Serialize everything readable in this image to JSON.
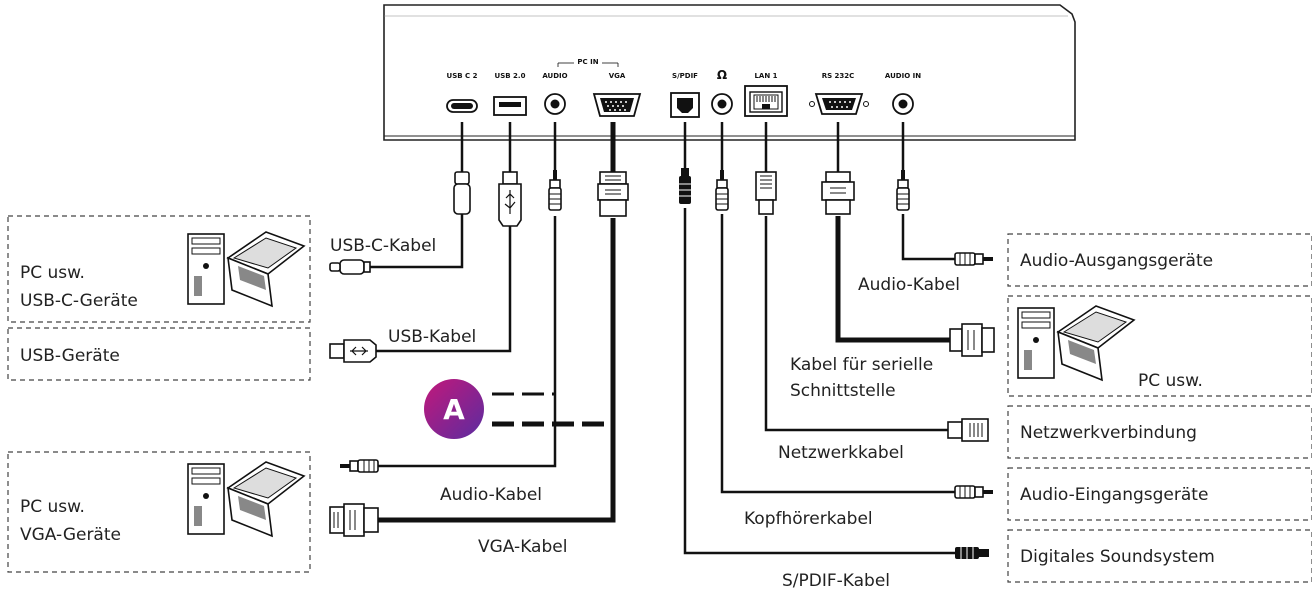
{
  "ports": {
    "pc_in": "PC IN",
    "usbc2": "USB C 2",
    "usb20": "USB 2.0",
    "audio": "AUDIO",
    "vga": "VGA",
    "spdif": "S/PDIF",
    "headphone": "Ω",
    "lan1": "LAN 1",
    "rs232c": "RS 232C",
    "audio_in": "AUDIO IN"
  },
  "cables": {
    "usbc": "USB-C-Kabel",
    "usb": "USB-Kabel",
    "audio_left": "Audio-Kabel",
    "vga": "VGA-Kabel",
    "spdif": "S/PDIF-Kabel",
    "headphone": "Kopfhörerkabel",
    "network": "Netzwerkkabel",
    "serial_1": "Kabel für serielle",
    "serial_2": "Schnittstelle",
    "audio_right": "Audio-Kabel"
  },
  "devices": {
    "pc_usbc_1": "PC usw.",
    "pc_usbc_2": "USB-C-Geräte",
    "usb_devices": "USB-Geräte",
    "pc_vga_1": "PC usw.",
    "pc_vga_2": "VGA-Geräte",
    "audio_out": "Audio-Ausgangsgeräte",
    "pc_right": "PC usw.",
    "network": "Netzwerkverbindung",
    "audio_in": "Audio-Eingangsgeräte",
    "sound_system": "Digitales Soundsystem"
  },
  "marker": {
    "letter": "A"
  },
  "colors": {
    "marker_start": "#c2187a",
    "marker_end": "#5b2ca0"
  }
}
